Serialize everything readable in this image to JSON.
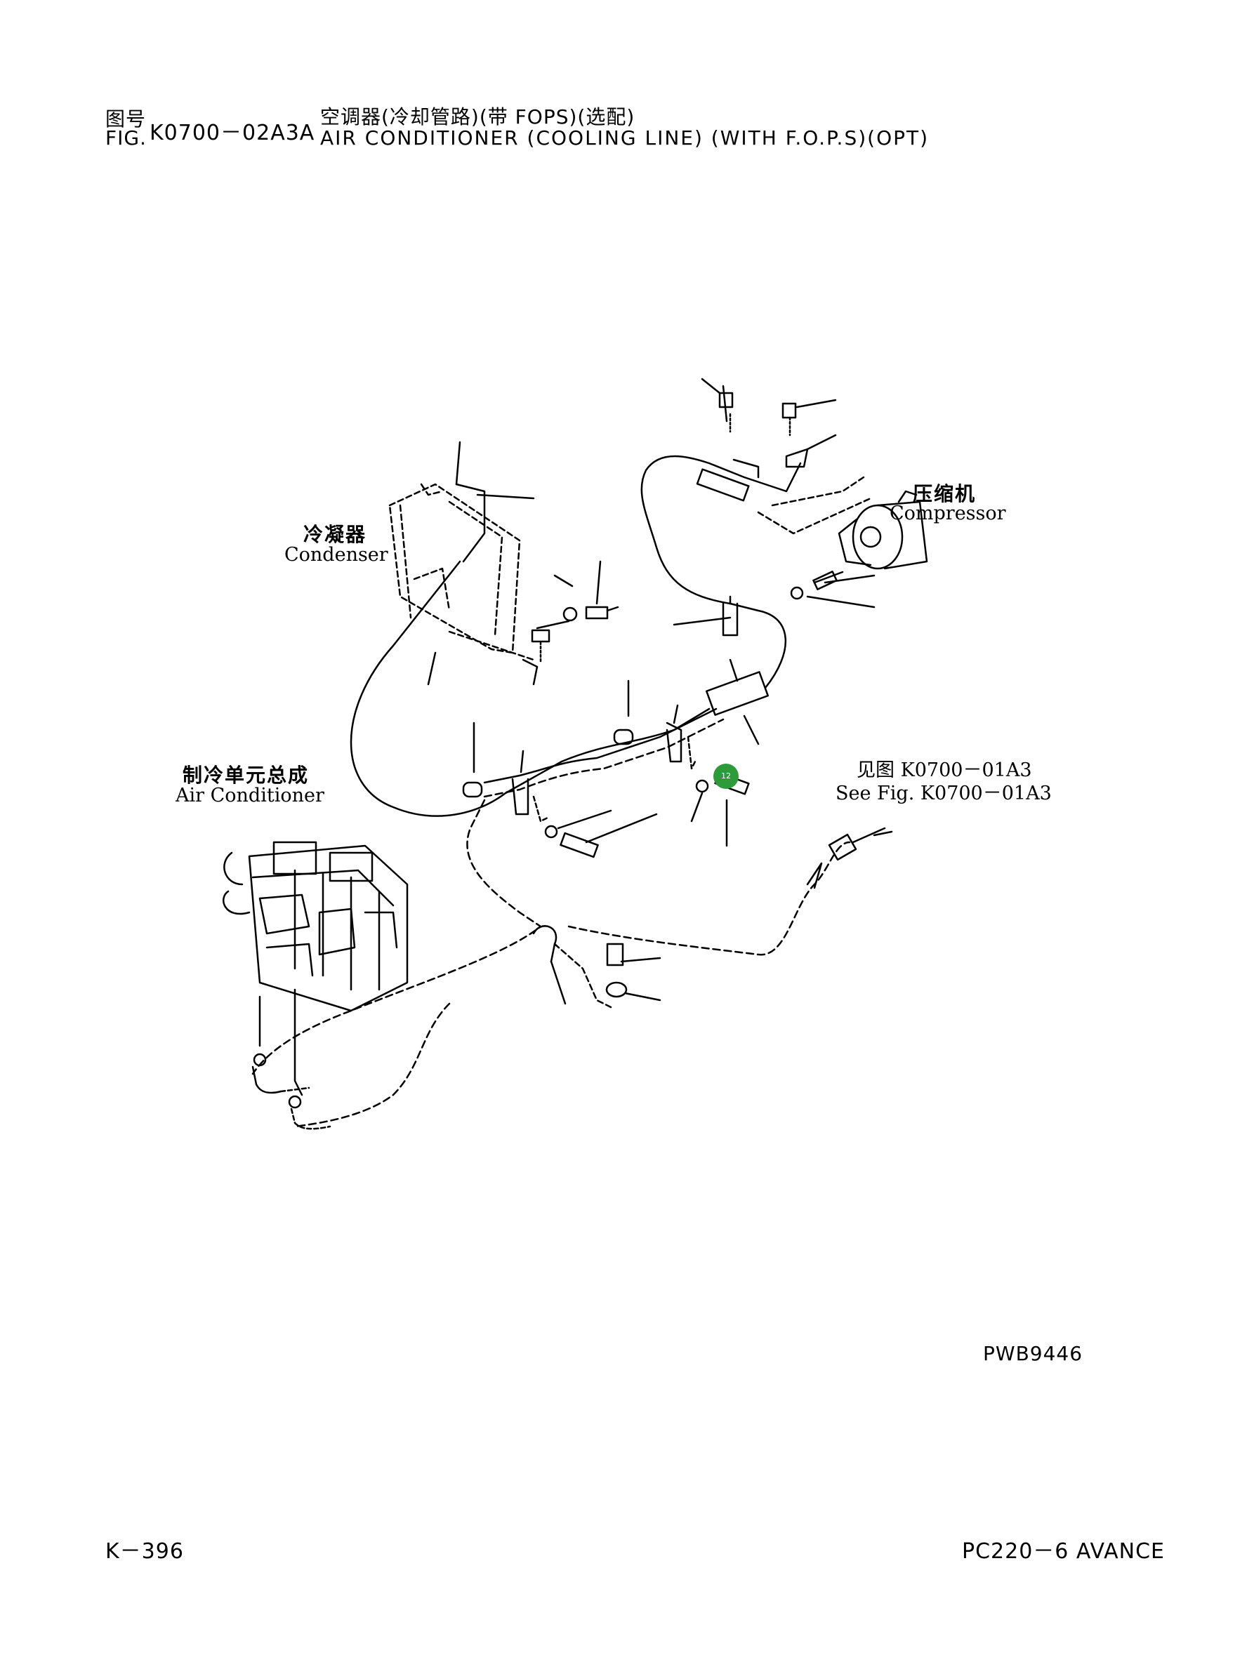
{
  "header": {
    "fig_prefix_cn": "图号",
    "fig_prefix_en": "FIG.",
    "fig_number": "K0700－02A3A",
    "title_cn": "空调器(冷却管路)(带 FOPS)(选配)",
    "title_en": "AIR CONDITIONER (COOLING LINE) (WITH F.O.P.S)(OPT)"
  },
  "labels": {
    "condenser_cn": "冷凝器",
    "condenser_en": "Condenser",
    "compressor_cn": "压缩机",
    "compressor_en": "Compressor",
    "aircon_cn": "制冷单元总成",
    "aircon_en": "Air Conditioner",
    "see_fig_cn": "见图 K0700－01A3",
    "see_fig_en": "See Fig. K0700－01A3"
  },
  "callout": {
    "number": "12",
    "color": "#2e9b3a"
  },
  "drawing_code": "PWB9446",
  "footer": {
    "page": "K－396",
    "model": "PC220－6 AVANCE"
  }
}
